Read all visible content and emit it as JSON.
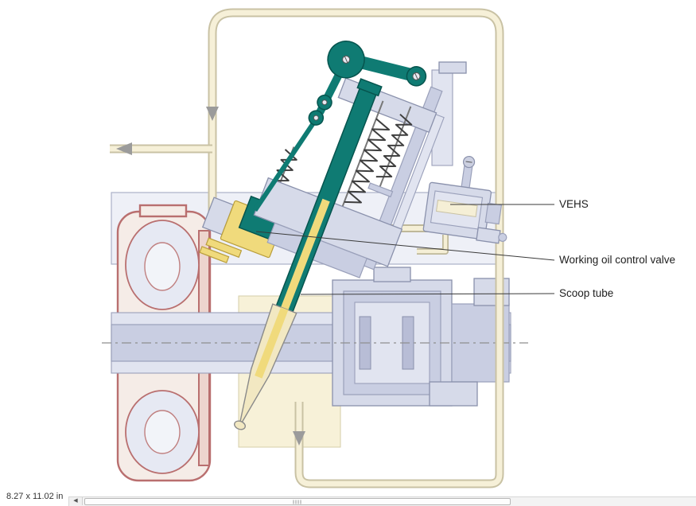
{
  "labels": {
    "vehs": "VEHS",
    "working_oil_control_valve": "Working oil control valve",
    "scoop_tube": "Scoop tube"
  },
  "statusbar": {
    "page_size": "8.27 x 11.02 in"
  },
  "icons": {
    "scroll_left": "◀"
  },
  "colors": {
    "teal": "#0F7B73",
    "teal_dark": "#06544E",
    "highlight_yellow": "#F0DA7C",
    "pipe_cream": "#F6F0D8",
    "pipe_edge": "#C9C2A4",
    "machinery_lavender": "#D6DAE9",
    "machinery_outline": "#8A91AC",
    "housing_red": "#B96F6F",
    "flow_arrow_gray": "#9B9B9B",
    "label_text": "#1E1E1E"
  }
}
